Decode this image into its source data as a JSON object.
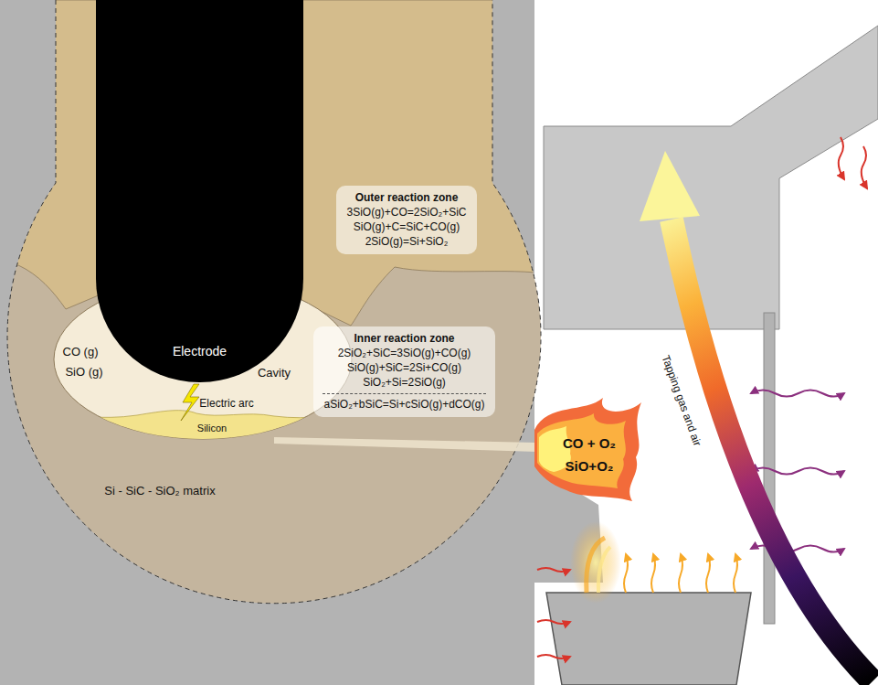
{
  "diagram": {
    "nodes": [
      {
        "text": [
          "Outer reaction zone",
          "3SiO(g)+CO=2SiO₂+SiC",
          "SiO(g)+C=SiC+CO(g)",
          "2SiO(g)=Si+SiO₂"
        ]
      },
      {
        "text": [
          "Inner reaction zone",
          "2SiO₂+SiC=3SiO(g)+CO(g)",
          "SiO(g)+SiC=2Si+CO(g)",
          "SiO₂+Si=2SiO(g)",
          "aSiO₂+bSiC=Si+cSiO(g)+dCO(g)"
        ]
      },
      {
        "text": [
          "Electrode"
        ]
      }
    ],
    "labels": [
      "CO (g)",
      "SiO (g)",
      "Cavity",
      "Electric arc",
      "Silicon",
      "Si - SiC - SiO₂ matrix",
      "CO + O₂",
      "SiO+O₂",
      "Tapping gas and air"
    ]
  }
}
